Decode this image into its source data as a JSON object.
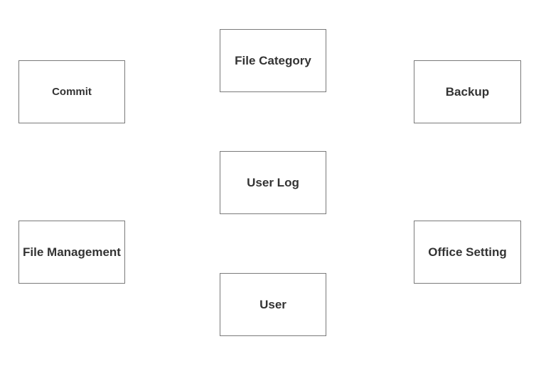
{
  "diagram": {
    "entities": {
      "file_category": "File Category",
      "commit": "Commit",
      "backup": "Backup",
      "user_log": "User Log",
      "file_management": "File Management",
      "office_setting": "Office Setting",
      "user": "User"
    }
  },
  "colors": {
    "background": "#ffffff",
    "box_border": "#7a7a7a",
    "text": "#333333"
  }
}
